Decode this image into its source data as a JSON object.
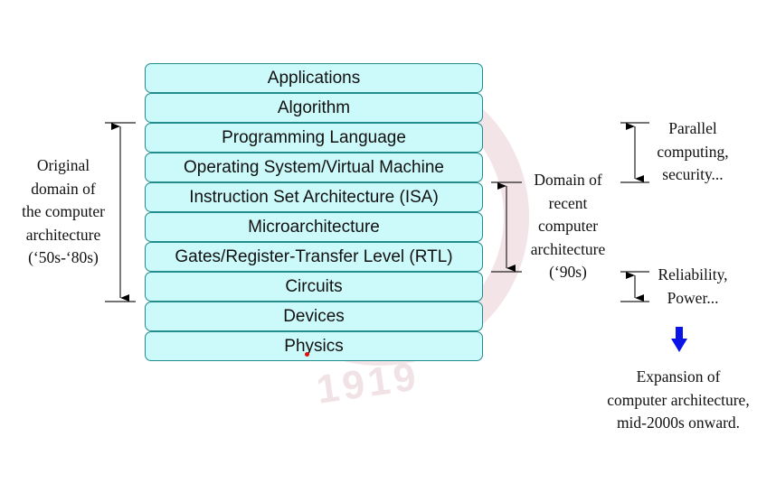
{
  "layers": [
    "Applications",
    "Algorithm",
    "Programming Language",
    "Operating System/Virtual Machine",
    "Instruction Set Architecture (ISA)",
    "Microarchitecture",
    "Gates/Register-Transfer Level (RTL)",
    "Circuits",
    "Devices",
    "Physics"
  ],
  "annotations": {
    "original": [
      "Original",
      "domain of",
      "the computer",
      "architecture",
      "(‘50s-‘80s)"
    ],
    "recent": [
      "Domain of",
      "recent",
      "computer",
      "architecture",
      "(‘90s)"
    ],
    "upper": [
      "Parallel",
      "computing,",
      "security..."
    ],
    "lower": [
      "Reliability,",
      "Power..."
    ],
    "expansion": [
      "Expansion of",
      "computer architecture,",
      "mid-2000s onward."
    ]
  },
  "watermark": "1919",
  "colors": {
    "layer_fill": "#ccf9f9",
    "layer_border": "#238c8c",
    "expansion_arrow": "#0a14e6"
  }
}
